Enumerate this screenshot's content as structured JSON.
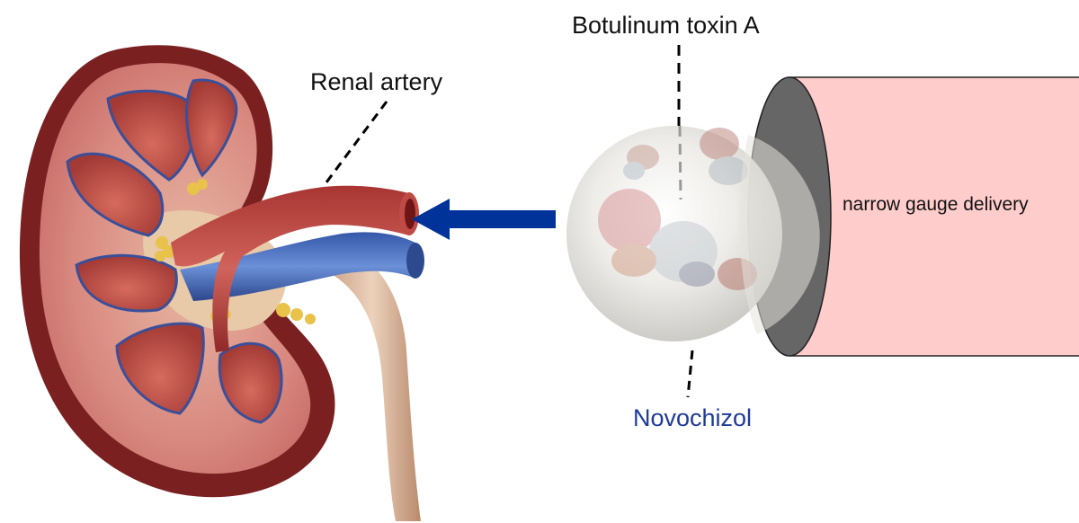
{
  "figure": {
    "labels": {
      "botulinum": "Botulinum toxin A",
      "renal_artery": "Renal artery",
      "novochizol": "Novochizol",
      "delivery": "narrow gauge delivery"
    },
    "colors": {
      "arrow": "#003399",
      "novochizol_text": "#1f3a9a",
      "tube_fill": "#ffcccc",
      "tube_opening": "#666666",
      "kidney_capsule": "#7a2020",
      "kidney_cortex": "#d98a80",
      "artery": "#b8443f",
      "vein": "#4a6fbf",
      "ureter": "#d9b69a",
      "sphere": "#e8e6e2"
    },
    "elements": {
      "kidney": "kidney-cross-section",
      "arrow_direction": "left",
      "sphere": "novochizol-nanoparticle",
      "tube": "delivery-catheter"
    }
  }
}
